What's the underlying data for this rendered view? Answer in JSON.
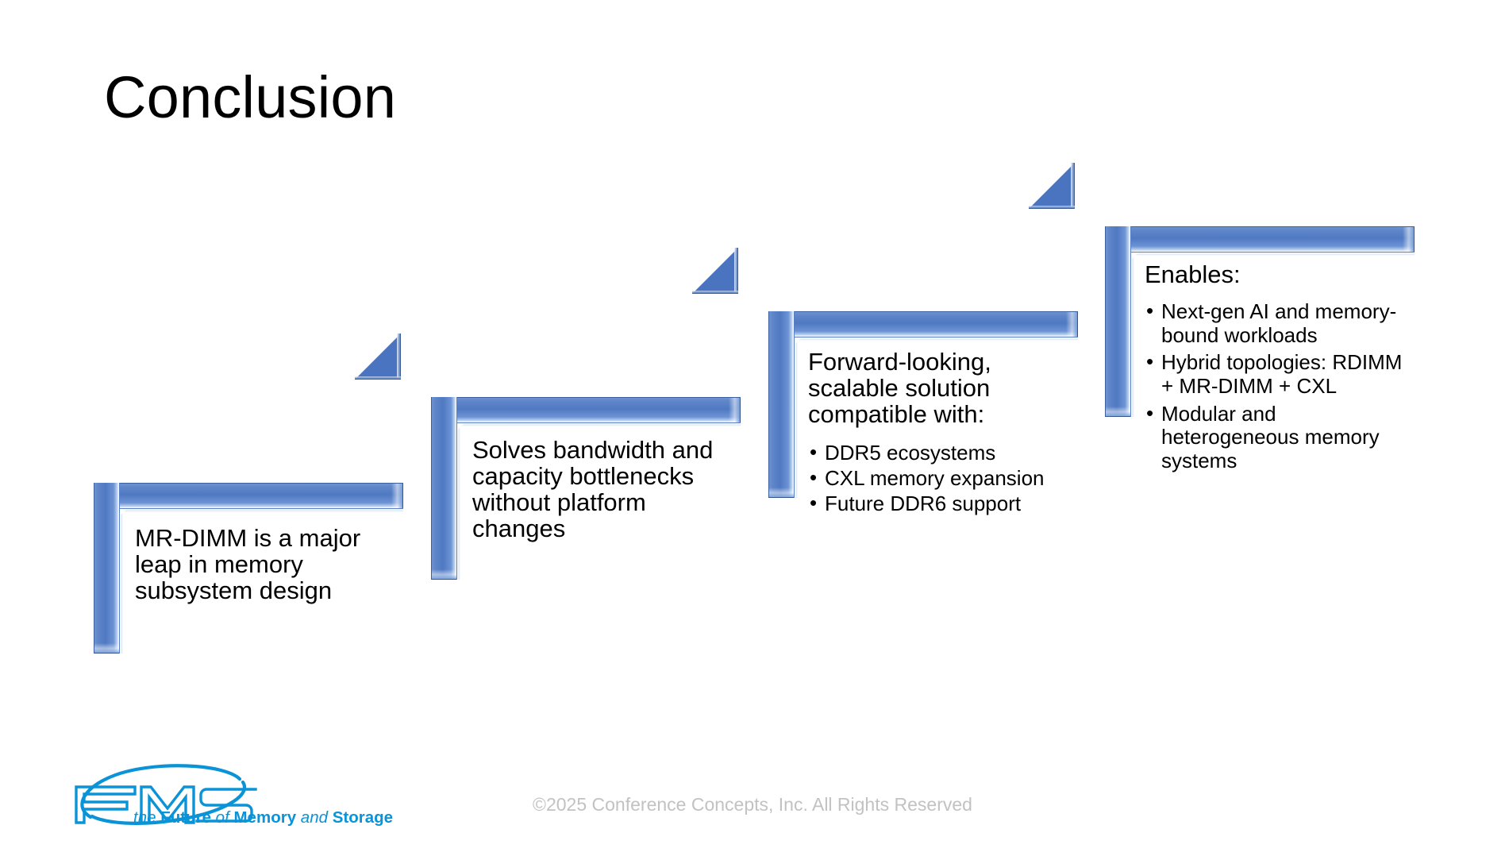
{
  "slide": {
    "title": "Conclusion",
    "background_color": "#ffffff",
    "accent_color": "#4a74bf",
    "text_color": "#000000"
  },
  "steps": [
    {
      "index": 1,
      "heading": "MR-DIMM is a major leap in memory subsystem design",
      "bullets": []
    },
    {
      "index": 2,
      "heading": "Solves bandwidth and capacity bottlenecks without platform changes",
      "bullets": []
    },
    {
      "index": 3,
      "heading": "Forward-looking, scalable solution compatible with:",
      "bullets": [
        "DDR5 ecosystems",
        "CXL memory expansion",
        "Future DDR6 support"
      ]
    },
    {
      "index": 4,
      "heading": "Enables:",
      "bullets": [
        "Next-gen AI and memory-bound workloads",
        "Hybrid topologies: RDIMM + MR-DIMM + CXL",
        "Modular and heterogeneous memory systems"
      ]
    }
  ],
  "footer": {
    "copyright": "©2025 Conference Concepts, Inc. All Rights Reserved",
    "logo_text": "FMS",
    "logo_color": "#0a93d6",
    "tagline": {
      "the": "the ",
      "future": "Future",
      "of": " of ",
      "memory": "Memory",
      "and": " and ",
      "storage": "Storage"
    }
  }
}
